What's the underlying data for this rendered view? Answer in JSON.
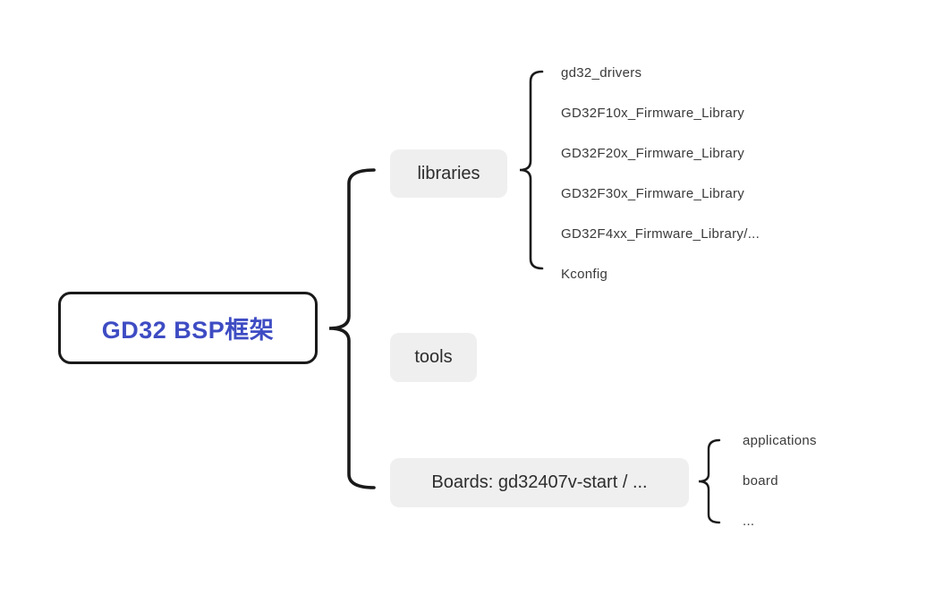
{
  "diagram": {
    "type": "mindmap",
    "background": "#ffffff",
    "brace_color": "#1a1a1a",
    "node_background": "#efefef",
    "root": {
      "label": "GD32 BSP框架",
      "text_color": "#3e4cc3",
      "border_color": "#1a1a1a"
    },
    "branches": [
      {
        "label": "libraries",
        "children": [
          "gd32_drivers",
          "GD32F10x_Firmware_Library",
          "GD32F20x_Firmware_Library",
          "GD32F30x_Firmware_Library",
          "GD32F4xx_Firmware_Library/...",
          "Kconfig"
        ]
      },
      {
        "label": "tools",
        "children": []
      },
      {
        "label": "Boards: gd32407v-start / ...",
        "children": [
          "applications",
          "board",
          "..."
        ]
      }
    ]
  }
}
